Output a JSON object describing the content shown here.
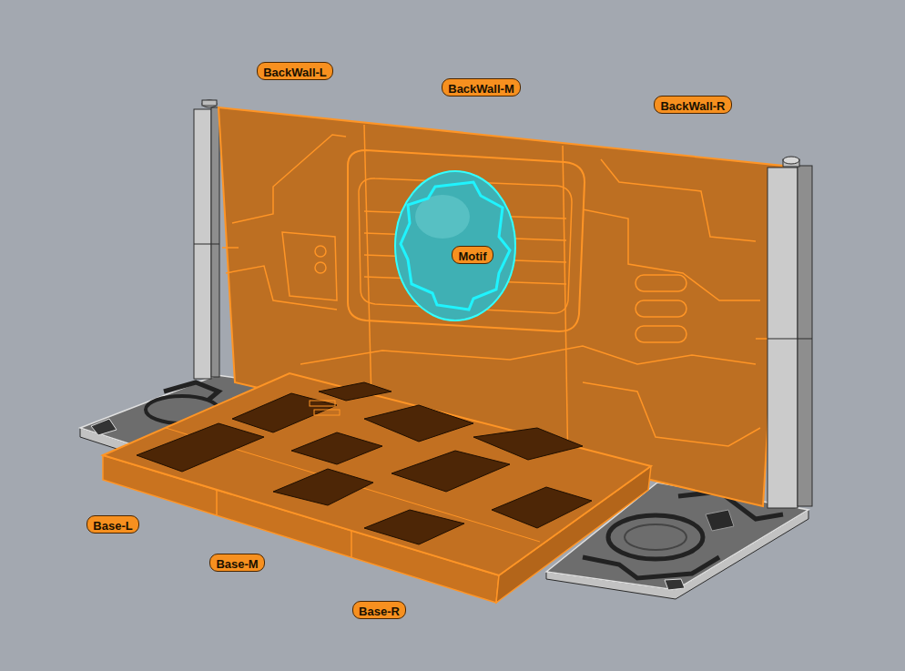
{
  "diagram": {
    "nodes": [
      {
        "text": [
          "BackWall-L"
        ]
      },
      {
        "text": [
          "BackWall-M"
        ]
      },
      {
        "text": [
          "BackWall-R"
        ]
      },
      {
        "text": [
          "Motif"
        ]
      },
      {
        "text": [
          "Base-L"
        ]
      },
      {
        "text": [
          "Base-M"
        ]
      },
      {
        "text": [
          "Base-R"
        ]
      }
    ]
  }
}
